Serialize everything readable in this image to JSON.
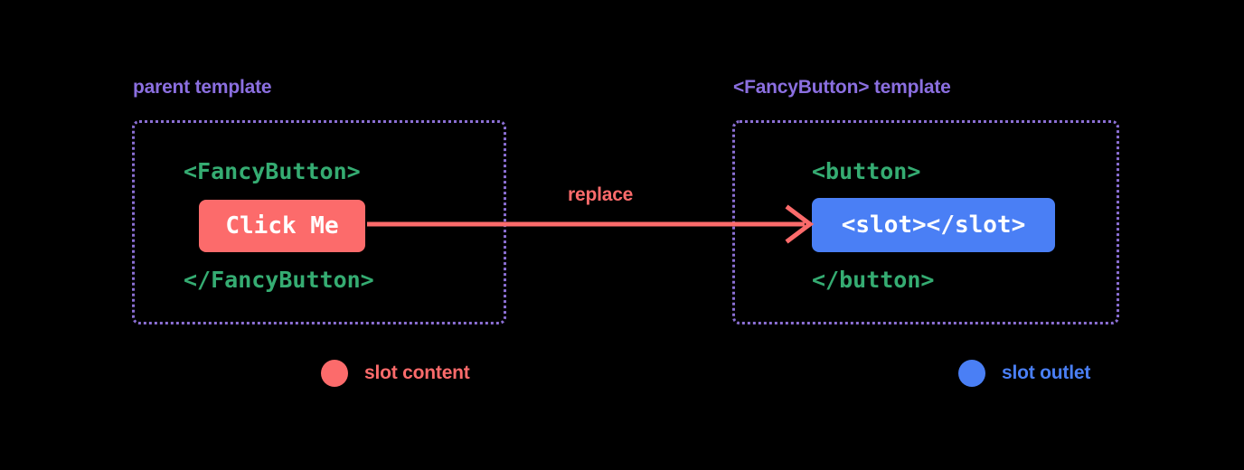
{
  "background_color": "#000000",
  "colors": {
    "label_purple": "#8B6FE0",
    "border_purple": "#8B6FD4",
    "code_green": "#35AC72",
    "slot_content_red": "#FC6B6B",
    "slot_outlet_blue": "#4A7FF5",
    "chip_text": "#FFFFFF"
  },
  "panels": {
    "parent": {
      "label": "parent template",
      "code_open": "<FancyButton>",
      "code_close": "</FancyButton>",
      "chip_label": "Click Me"
    },
    "fancy": {
      "label": "<FancyButton> template",
      "code_open": "<button>",
      "code_close": "</button>",
      "chip_label": "<slot></slot>"
    }
  },
  "arrow": {
    "label": "replace",
    "icon": "arrow-right-icon",
    "color": "#FC6B6B"
  },
  "legend": [
    {
      "icon": "circle-icon",
      "label": "slot content",
      "color": "#FC6B6B"
    },
    {
      "icon": "circle-icon",
      "label": "slot outlet",
      "color": "#4A7FF5"
    }
  ]
}
